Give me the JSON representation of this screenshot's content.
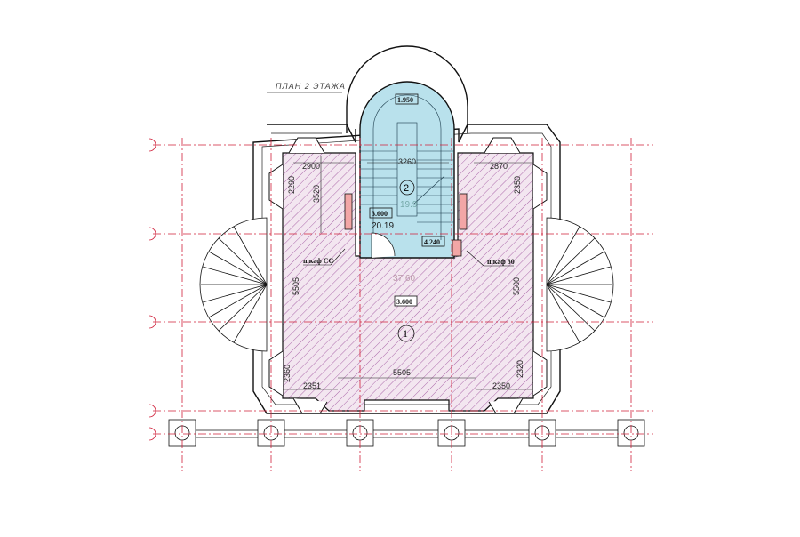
{
  "title": "ПЛАН 2 ЭТАЖА",
  "colors": {
    "hatch": "#9a4a9a",
    "room_fill": "#f3e6f0",
    "stair_fill": "#b9e1ec",
    "axis": "#d0203a",
    "closet": "#f2a6a6"
  },
  "rooms": [
    {
      "number": "1",
      "area": "37.60",
      "level": "3.600"
    },
    {
      "number": "2",
      "area": "19.9",
      "level": "3.600"
    }
  ],
  "levels": {
    "stair_top": "1.950",
    "stair_mid": "4.240",
    "stair_area2": "20.19"
  },
  "closets": {
    "left": "шкаф СС",
    "right": "шкаф 30"
  },
  "dimensions": {
    "stair_width": "3260",
    "left_top_width": "2900",
    "left_top_h1": "2290",
    "left_top_h2": "3520",
    "right_top_width": "2870",
    "right_top_h": "2350",
    "left_side": "5505",
    "right_side": "5500",
    "bottom_left_h": "2360",
    "bottom_left_w": "2351",
    "bottom_width": "5505",
    "bottom_right_h": "2320",
    "bottom_right_w": "2350"
  }
}
